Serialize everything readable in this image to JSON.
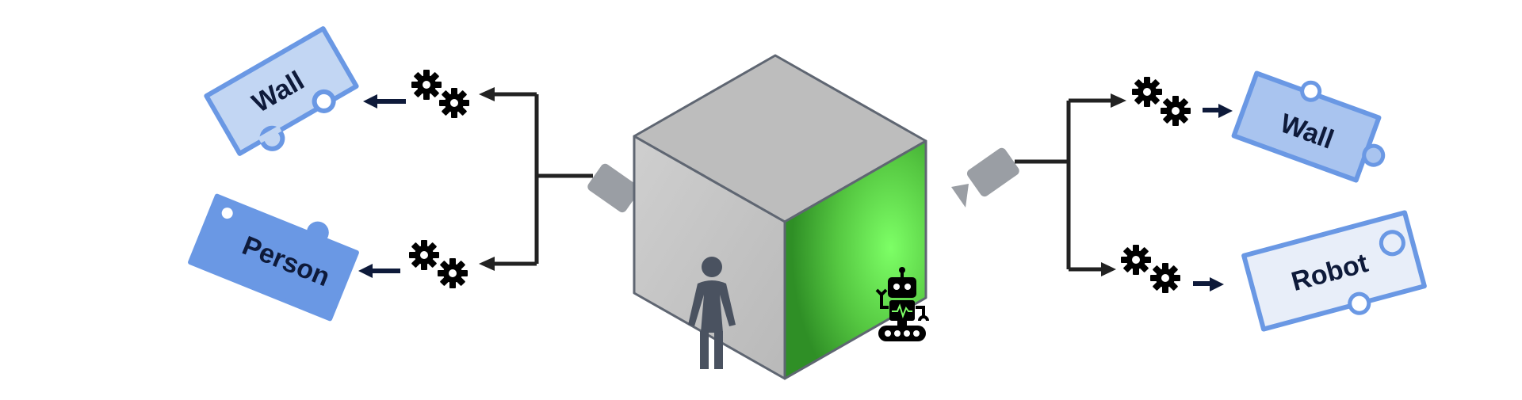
{
  "pieces": {
    "left_top": {
      "label": "Wall",
      "color": "#c2d6f3"
    },
    "left_bottom": {
      "label": "Person",
      "color": "#6a98e4"
    },
    "right_top": {
      "label": "Wall",
      "color": "#a9c4ef"
    },
    "right_bottom": {
      "label": "Robot",
      "color": "#e8eef9"
    }
  },
  "colors": {
    "piece_border": "#6a98e4",
    "cube_top": "#bdbdbd",
    "cube_left": "#c6c6c6",
    "cube_green": "#5ed04a",
    "cube_edge": "#5f6672",
    "camera": "#9a9ea4",
    "line": "#222222",
    "arrow_dark": "#0e1a3a",
    "gear": "#000000",
    "person": "#4a5260"
  },
  "icons": [
    "camera-icon",
    "gears-icon",
    "person-icon",
    "robot-icon",
    "puzzle-piece-icon"
  ]
}
